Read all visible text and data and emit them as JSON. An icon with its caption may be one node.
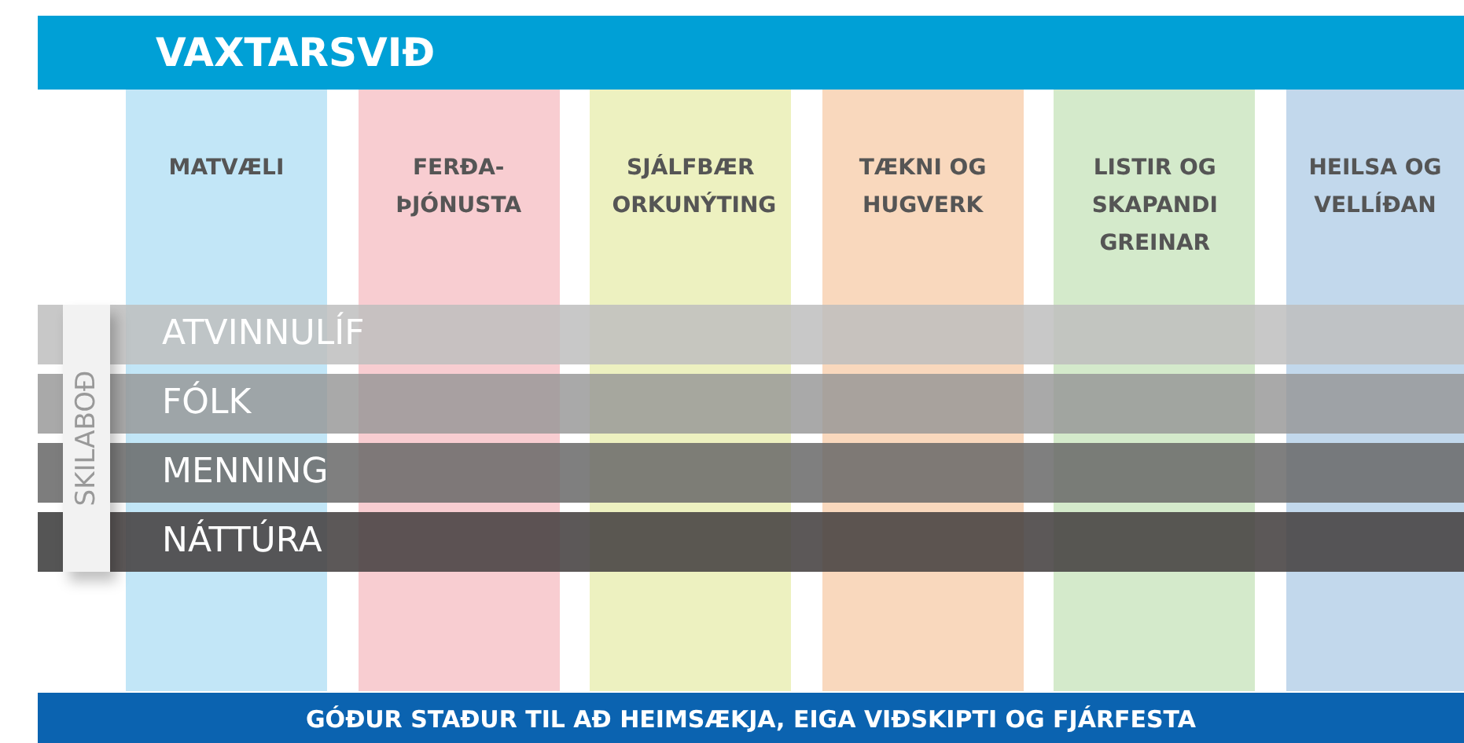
{
  "diagram": {
    "nodes": [
      {
        "text": [
          "VAXTARSVIÐ"
        ]
      },
      {
        "text": [
          "MATVÆLI"
        ]
      },
      {
        "text": [
          "FERÐA- ÞJÓNUSTA"
        ]
      },
      {
        "text": [
          "SJÁLFBÆR ORKUNÝTING"
        ]
      },
      {
        "text": [
          "TÆKNI OG HUGVERK"
        ]
      },
      {
        "text": [
          "LISTIR OG SKAPANDI GREINAR"
        ]
      },
      {
        "text": [
          "HEILSA OG VELLÍÐAN"
        ]
      },
      {
        "text": [
          "SKILABOÐ"
        ]
      },
      {
        "text": [
          "ATVINNULÍF"
        ]
      },
      {
        "text": [
          "FÓLK"
        ]
      },
      {
        "text": [
          "MENNING"
        ]
      },
      {
        "text": [
          "NÁTTÚRA"
        ]
      },
      {
        "text": [
          "GÓÐUR STAÐUR TIL AÐ HEIMSÆKJA, EIGA VIÐSKIPTI OG FJÁRFESTA"
        ]
      }
    ],
    "edges": []
  }
}
